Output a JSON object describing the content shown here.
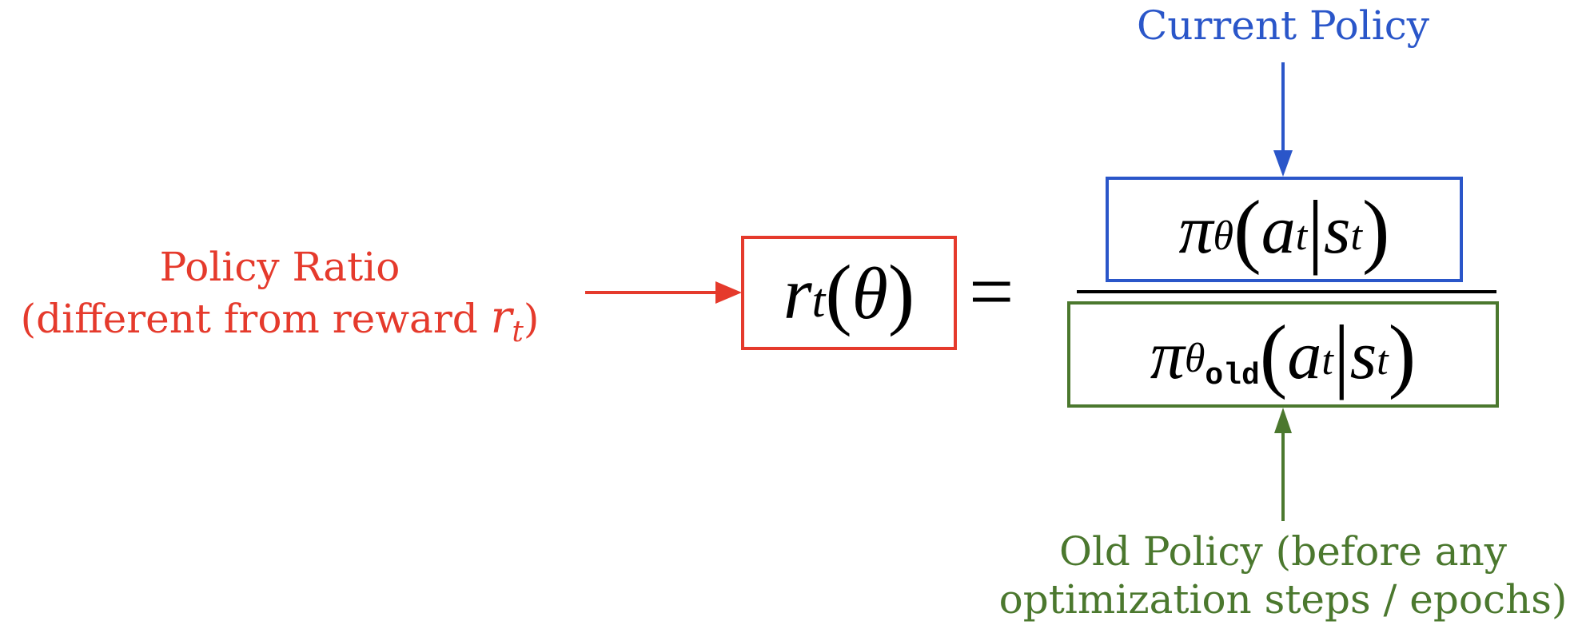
{
  "labels": {
    "policy_ratio": {
      "line1": "Policy Ratio",
      "line2_prefix": "(different from reward ",
      "line2_symbol": "r",
      "line2_subscript": "t",
      "line2_suffix": ")",
      "color": "#e53a2c"
    },
    "current_policy": {
      "text": "Current Policy",
      "color": "#2a56c9"
    },
    "old_policy": {
      "line1": "Old Policy (before any",
      "line2": "optimization steps / epochs)",
      "color": "#4b782e"
    }
  },
  "equation": {
    "lhs": {
      "symbol": "r",
      "subscript": "t",
      "open": "(",
      "arg": "θ",
      "close": ")",
      "box_color": "#e53a2c"
    },
    "equals": "=",
    "numerator": {
      "pi": "π",
      "pi_subscript": "θ",
      "open": "(",
      "action": "a",
      "action_subscript": "t",
      "bar": "|",
      "state": "s",
      "state_subscript": "t",
      "close": ")",
      "box_color": "#2a56c9"
    },
    "denominator": {
      "pi": "π",
      "pi_subscript": "θ",
      "pi_subsubscript": "old",
      "open": "(",
      "action": "a",
      "action_subscript": "t",
      "bar": "|",
      "state": "s",
      "state_subscript": "t",
      "close": ")",
      "box_color": "#4b782e"
    }
  },
  "arrows": {
    "red": {
      "color": "#e53a2c",
      "direction": "right"
    },
    "blue": {
      "color": "#2a56c9",
      "direction": "down"
    },
    "green": {
      "color": "#4b782e",
      "direction": "up"
    }
  }
}
